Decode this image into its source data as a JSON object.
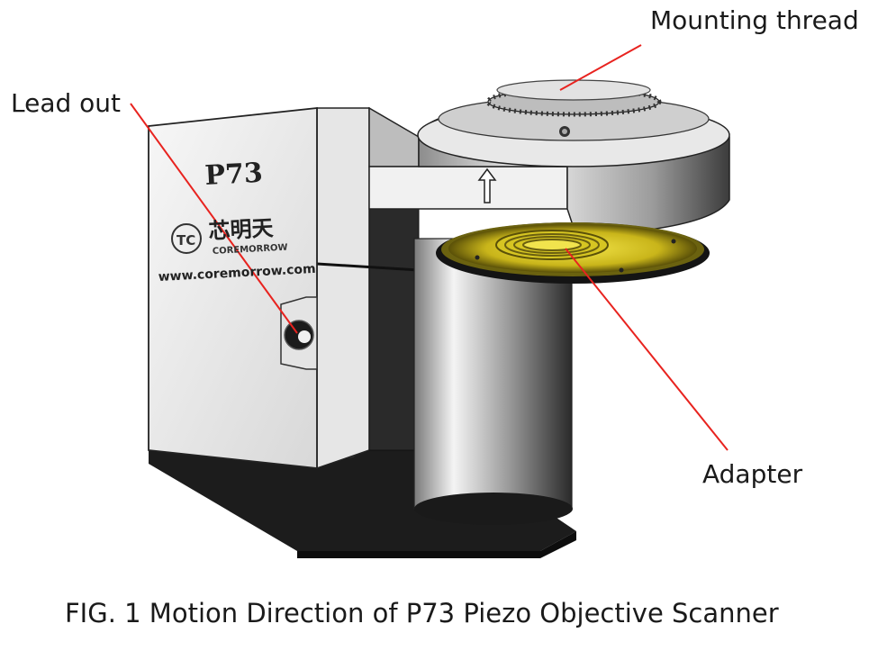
{
  "labels": {
    "mounting_thread": "Mounting thread",
    "lead_out": "Lead out",
    "adapter": "Adapter"
  },
  "plate": {
    "model": "P73",
    "brand_cn": "芯明天",
    "brand_en": "COREMORROW",
    "website": "www.coremorrow.com"
  },
  "caption": "FIG. 1 Motion Direction of P73 Piezo Objective Scanner",
  "colors": {
    "leader_line": "#e8231f",
    "adapter_gold": "#d4c21a",
    "metal": "#d9d9d9",
    "dark_metal": "#1c1c1c"
  }
}
